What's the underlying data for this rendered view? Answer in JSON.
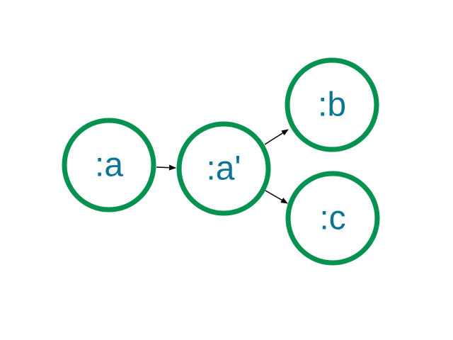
{
  "colors": {
    "node_stroke": "#05914F",
    "node_text": "#0E7496",
    "edge": "#000000"
  },
  "nodes": [
    {
      "id": "a",
      "label": ":a"
    },
    {
      "id": "a_prime",
      "label": ":a'"
    },
    {
      "id": "b",
      "label": ":b"
    },
    {
      "id": "c",
      "label": ":c"
    }
  ],
  "edges": [
    {
      "from": "a",
      "to": "a_prime"
    },
    {
      "from": "a_prime",
      "to": "b"
    },
    {
      "from": "a_prime",
      "to": "c"
    }
  ]
}
